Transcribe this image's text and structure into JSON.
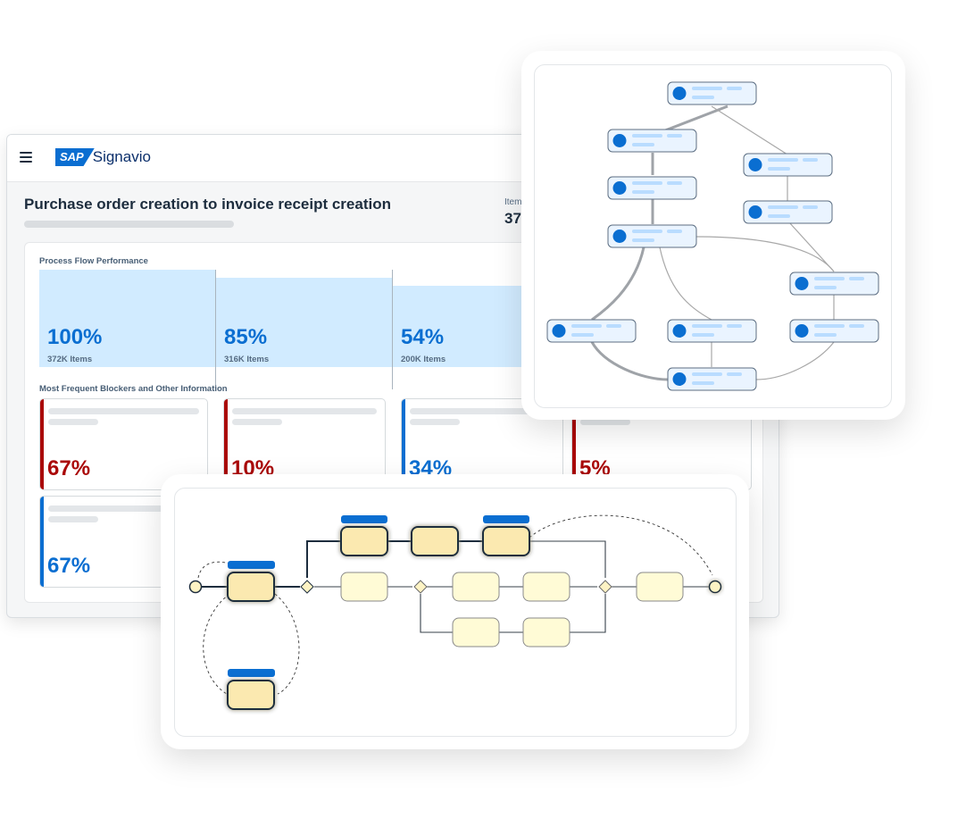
{
  "app": {
    "brand_sap": "SAP",
    "brand_name": "Signavio"
  },
  "header": {
    "title": "Purchase order creation to invoice receipt creation",
    "items_label": "Item",
    "items_value": "37"
  },
  "flow": {
    "section_label": "Process Flow Performance",
    "columns": [
      {
        "percent": "100%",
        "items": "372K Items",
        "fill": 1.0
      },
      {
        "percent": "85%",
        "items": "316K Items",
        "fill": 0.85
      },
      {
        "percent": "54%",
        "items": "200K Items",
        "fill": 0.75
      }
    ]
  },
  "blockers": {
    "section_label": "Most Frequent Blockers and Other Information",
    "cards": [
      {
        "percent": "67%",
        "color": "#aa0808"
      },
      {
        "percent": "10%",
        "color": "#aa0808"
      },
      {
        "percent": "34%",
        "color": "#0a6ed1"
      },
      {
        "percent": "5%",
        "color": "#aa0808"
      },
      {
        "percent": "67%",
        "color": "#0a6ed1"
      }
    ]
  },
  "colors": {
    "accent": "#0a6ed1",
    "negative": "#aa0808",
    "node_fill": "#eaf4ff",
    "task_fill": "#fdf3c4",
    "task_active": "#fbe9b0"
  },
  "icons": {
    "menu": "hamburger-icon",
    "node": "circle-node-icon"
  }
}
